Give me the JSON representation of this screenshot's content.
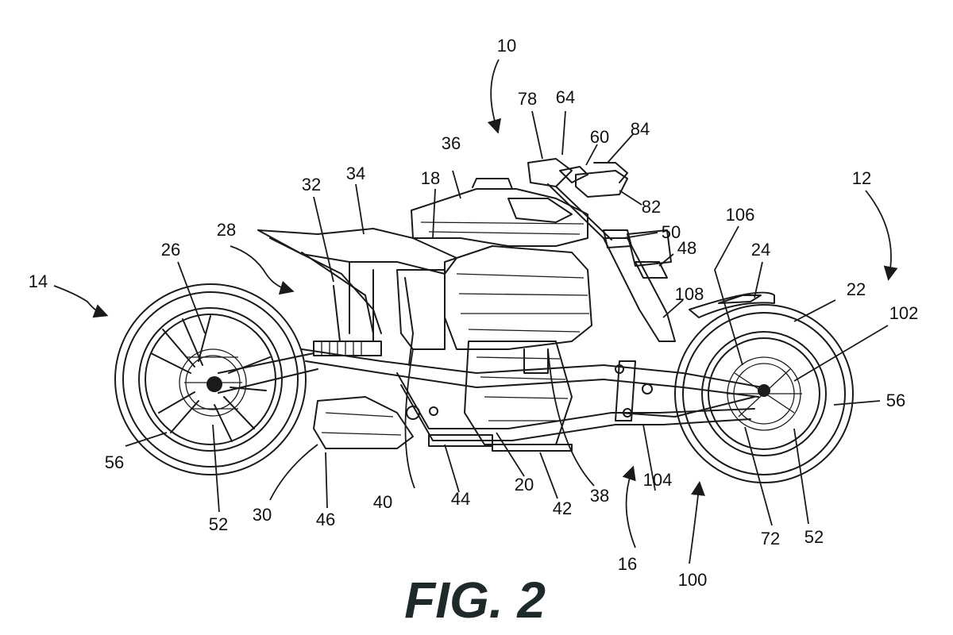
{
  "figure": {
    "title": "FIG. 2"
  },
  "reference_numerals": [
    "10",
    "12",
    "14",
    "16",
    "18",
    "20",
    "22",
    "24",
    "26",
    "28",
    "30",
    "32",
    "34",
    "36",
    "38",
    "40",
    "42",
    "44",
    "46",
    "48",
    "50",
    "52",
    "52",
    "56",
    "56",
    "60",
    "64",
    "72",
    "78",
    "82",
    "84",
    "100",
    "102",
    "104",
    "106",
    "108"
  ]
}
